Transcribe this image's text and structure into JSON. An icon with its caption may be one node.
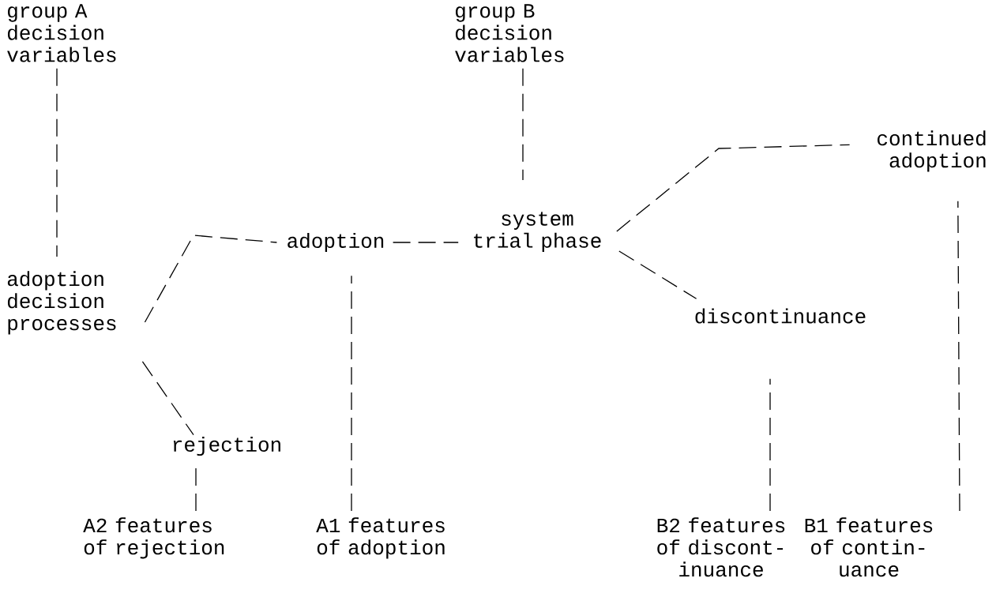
{
  "diagram": {
    "nodes": [
      {
        "text": [
          "group A decision variables"
        ]
      },
      {
        "text": [
          "group B decision variables"
        ]
      },
      {
        "text": [
          "continued adoption"
        ]
      },
      {
        "text": [
          "system trial phase"
        ]
      },
      {
        "text": [
          "adoption"
        ]
      },
      {
        "text": [
          "adoption decision processes"
        ]
      },
      {
        "text": [
          "discontinuance"
        ]
      },
      {
        "text": [
          "rejection"
        ]
      },
      {
        "text": [
          "A2 features of rejection"
        ]
      },
      {
        "text": [
          "A1 features of adoption"
        ]
      },
      {
        "text": [
          "B2 features of discont- inuance"
        ]
      },
      {
        "text": [
          "B1 features of contin- uance"
        ]
      }
    ],
    "edges": [
      {
        "from": 0,
        "to": 5,
        "arrow": "none",
        "style": "dashed"
      },
      {
        "from": 5,
        "to": 4,
        "arrow": "none",
        "style": "dashed"
      },
      {
        "from": 5,
        "to": 7,
        "arrow": "none",
        "style": "dashed"
      },
      {
        "from": 4,
        "to": 3,
        "arrow": "none",
        "style": "dashed"
      },
      {
        "from": 1,
        "to": 3,
        "arrow": "none",
        "style": "dashed"
      },
      {
        "from": 3,
        "to": 2,
        "arrow": "none",
        "style": "dashed"
      },
      {
        "from": 3,
        "to": 6,
        "arrow": "none",
        "style": "dashed"
      },
      {
        "from": 9,
        "to": 4,
        "arrow": "none",
        "style": "dashed"
      },
      {
        "from": 8,
        "to": 7,
        "arrow": "none",
        "style": "dashed"
      },
      {
        "from": 10,
        "to": 6,
        "arrow": "none",
        "style": "dashed"
      },
      {
        "from": 11,
        "to": 2,
        "arrow": "none",
        "style": "dashed"
      }
    ]
  }
}
